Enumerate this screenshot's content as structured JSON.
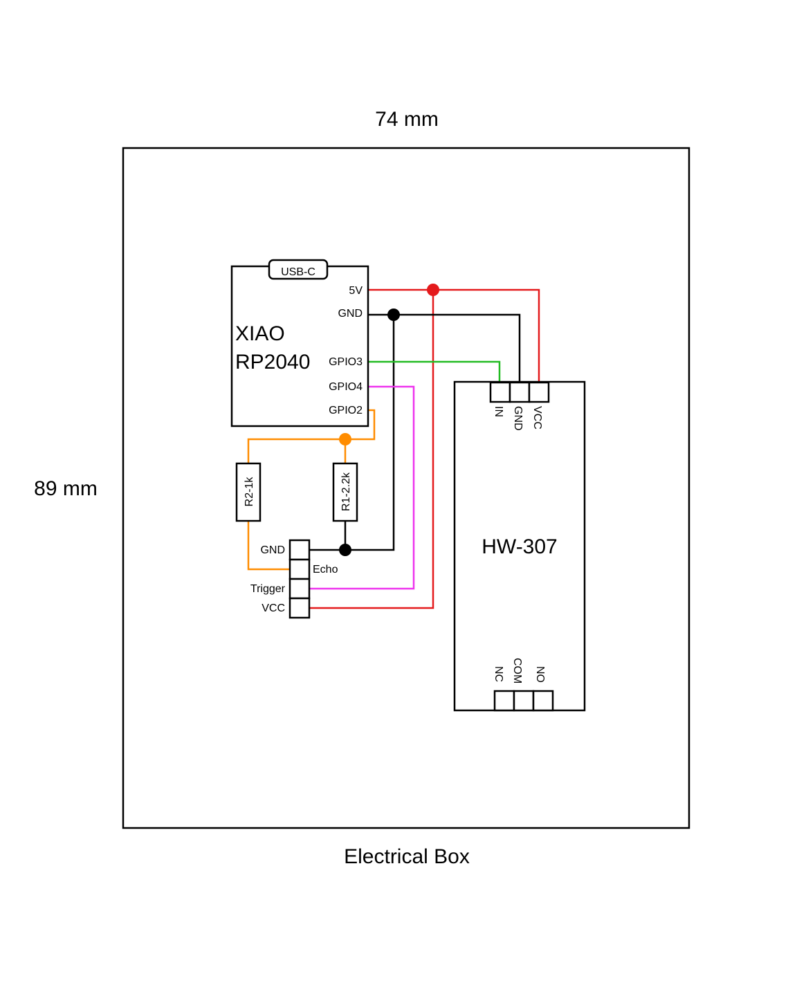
{
  "dimensions": {
    "width_label": "74 mm",
    "height_label": "89 mm"
  },
  "enclosure": {
    "label": "Electrical Box"
  },
  "mcu": {
    "name_line1": "XIAO",
    "name_line2": "RP2040",
    "connector": "USB-C",
    "pins": {
      "v5": "5V",
      "gnd": "GND",
      "gpio3": "GPIO3",
      "gpio4": "GPIO4",
      "gpio2": "GPIO2"
    }
  },
  "relay": {
    "name": "HW-307",
    "input_pins": [
      "IN",
      "GND",
      "VCC"
    ],
    "output_pins": [
      "NC",
      "COM",
      "NO"
    ]
  },
  "sensor": {
    "pins": [
      "GND",
      "Echo",
      "Trigger",
      "VCC"
    ]
  },
  "resistors": {
    "r1": "R1-2.2k",
    "r2": "R2-1k"
  },
  "wire_colors": {
    "power": "#e41a1c",
    "ground": "#000000",
    "gpio3": "#22bb22",
    "gpio4": "#ee33ee",
    "gpio2": "#ff8c00"
  }
}
